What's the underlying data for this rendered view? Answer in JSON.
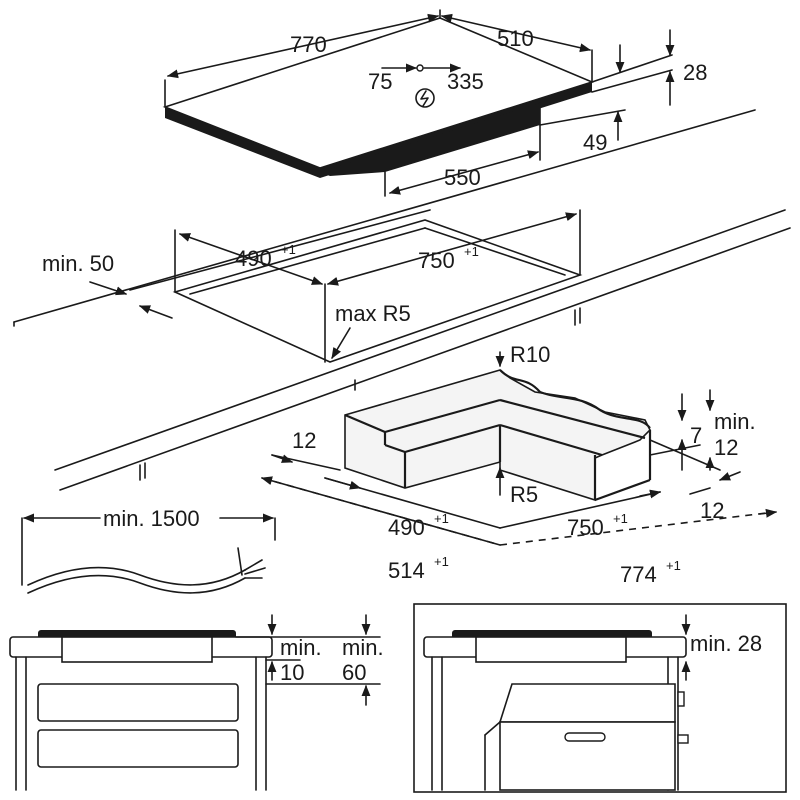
{
  "hob": {
    "width": "770",
    "depth": "510",
    "offset_left": "75",
    "offset_right": "335",
    "height": "28",
    "body_depth": "49",
    "body_width": "550"
  },
  "cutout": {
    "depth": "490",
    "width": "750",
    "tolerance": "+1",
    "min_edge": "min. 50",
    "corner_radius": "max R5"
  },
  "frame": {
    "radius_outer": "R10",
    "radius_inner": "R5",
    "ledge_left": "12",
    "step_height": "7",
    "step_min_label": "min.",
    "step_min_value": "12",
    "ledge_right": "12",
    "inner_depth": "490",
    "inner_width": "750",
    "outer_depth": "514",
    "outer_width": "774",
    "tolerance": "+1"
  },
  "cable": {
    "min_length": "min. 1500"
  },
  "install_left": {
    "gap_label_1": "min.",
    "gap_value_1": "10",
    "gap_label_2": "min.",
    "gap_value_2": "60"
  },
  "install_right": {
    "gap": "min. 28"
  }
}
